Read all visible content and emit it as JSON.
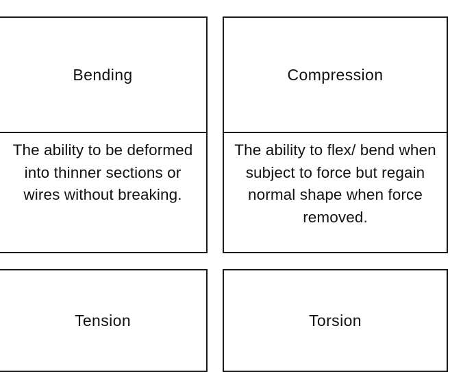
{
  "page": {
    "kind": "flashcard-sheet",
    "background_color": "#ffffff",
    "border_color": "#1a1a1a",
    "text_color": "#111111",
    "columns": 2,
    "rows_visible": 2
  },
  "cards": [
    {
      "id": "bending",
      "title": "Bending",
      "description": "The ability to be deformed into thinner sections or wires without breaking.",
      "position": {
        "row": 1,
        "column": "left"
      }
    },
    {
      "id": "compression",
      "title": "Compression",
      "description": "The ability to flex/ bend when subject to force but regain normal shape when force removed.",
      "position": {
        "row": 1,
        "column": "right"
      }
    },
    {
      "id": "tension",
      "title": "Tension",
      "description": "",
      "position": {
        "row": 2,
        "column": "left"
      }
    },
    {
      "id": "torsion",
      "title": "Torsion",
      "description": "",
      "position": {
        "row": 2,
        "column": "right"
      }
    }
  ]
}
